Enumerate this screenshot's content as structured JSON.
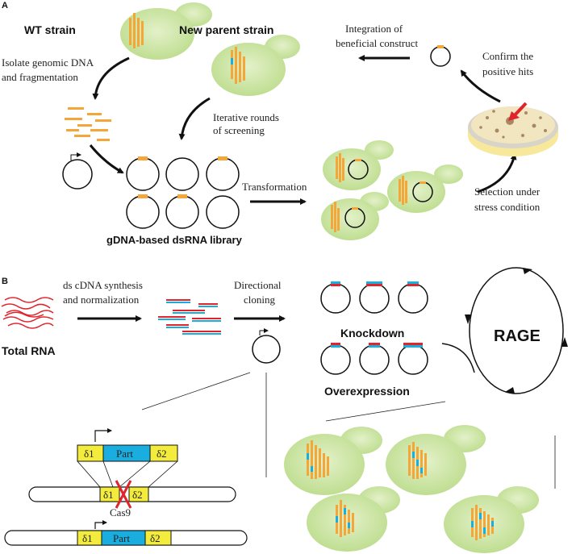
{
  "panel_a": {
    "label": "A",
    "wt_strain": "WT strain",
    "new_parent_strain": "New parent strain",
    "isolate_line1": "Isolate genomic DNA",
    "isolate_line2": "and fragmentation",
    "iterative_line1": "Iterative rounds",
    "iterative_line2": "of screening",
    "integration_line1": "Integration of",
    "integration_line2": "beneficial construct",
    "confirm_line1": "Confirm the",
    "confirm_line2": "positive hits",
    "transformation": "Transformation",
    "library_title": "gDNA-based dsRNA library",
    "selection_line1": "Selection under",
    "selection_line2": "stress condition"
  },
  "panel_b": {
    "label": "B",
    "total_rna": "Total RNA",
    "ds_cdna_line1": "ds cDNA synthesis",
    "ds_cdna_line2": "and normalization",
    "directional_line1": "Directional",
    "directional_line2": "cloning",
    "knockdown": "Knockdown",
    "overexpression": "Overexpression",
    "rage": "RAGE",
    "delta1": "δ1",
    "part": "Part",
    "delta2": "δ2",
    "cas9": "Cas9"
  },
  "colors": {
    "cell_fill": "#cfe6a6",
    "orange": "#f5a638",
    "blue": "#1aaee0",
    "red": "#e0242c",
    "yellow": "#f3ec3c",
    "plate": "#f0e2b8"
  }
}
